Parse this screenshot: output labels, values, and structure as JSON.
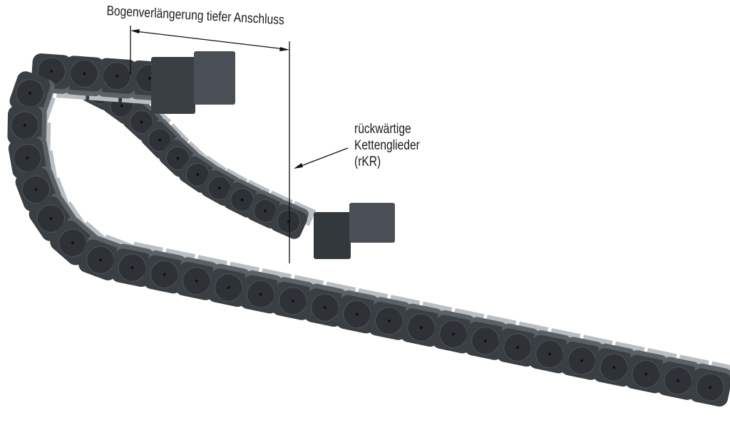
{
  "annotations": {
    "arc_extension": "Bogenverlängerung tiefer Anschluss",
    "rear_links_line1": "rückwärtige",
    "rear_links_line2": "Kettenglieder",
    "rear_links_line3": "(rKR)"
  },
  "colors": {
    "link": "#3a3f44",
    "link_light": "#5b6166",
    "disc": "#2e3236",
    "crossbar": "#b9bec2",
    "annotation": "#1a1a1a"
  }
}
